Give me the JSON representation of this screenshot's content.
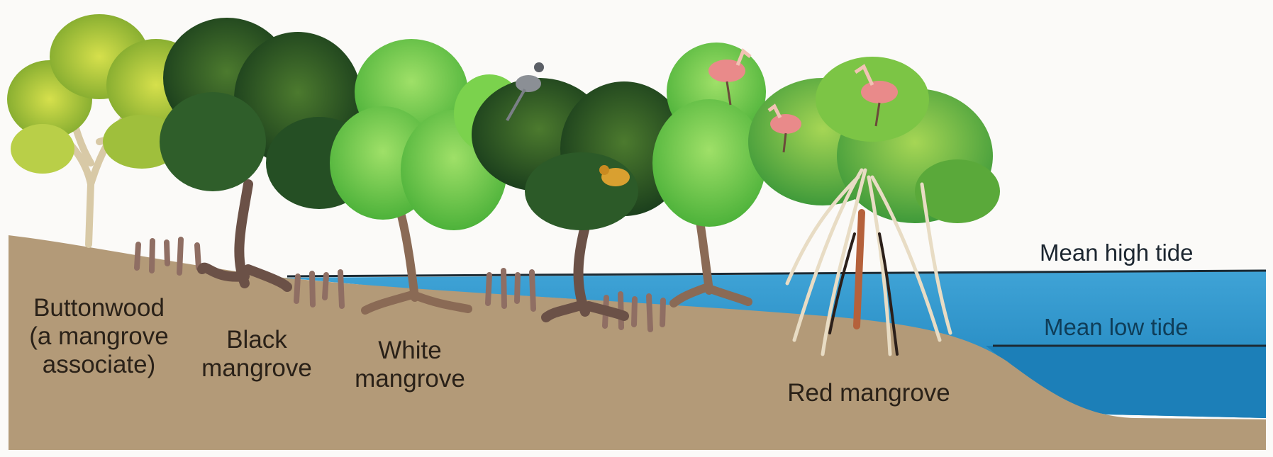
{
  "zones": [
    {
      "id": "buttonwood",
      "label_lines": [
        "Buttonwood",
        "(a mangrove",
        "associate)"
      ]
    },
    {
      "id": "black",
      "label_lines": [
        "Black",
        "mangrove"
      ]
    },
    {
      "id": "white",
      "label_lines": [
        "White",
        "mangrove"
      ]
    },
    {
      "id": "red",
      "label_lines": [
        "Red mangrove"
      ]
    }
  ],
  "tides": {
    "high": "Mean high tide",
    "low": "Mean low tide"
  },
  "colors": {
    "sediment": "#b39a78",
    "water_shallow": "#4aa6d4",
    "water_deep": "#1e86be",
    "background": "#fbfaf8",
    "buttonwood_foliage": "#a9c43a",
    "black_foliage": "#1f4a22",
    "white_foliage": "#6fcb45",
    "red_foliage": "#5fb53a",
    "spoonbill": "#e98a8a"
  }
}
